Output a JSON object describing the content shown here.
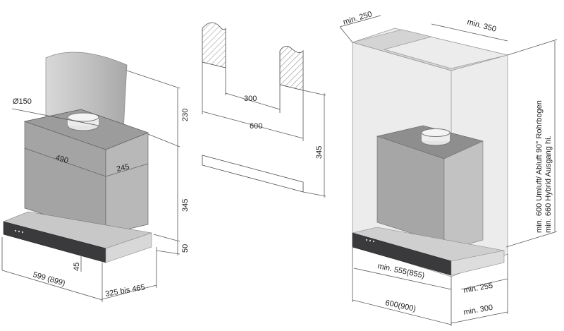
{
  "left_view": {
    "duct_diameter": "Ø150",
    "chimney_height": "230",
    "body_width": "490",
    "body_depth": "245",
    "body_height": "345",
    "panel_height": "50",
    "front_height": "45",
    "total_width": "599 (899)",
    "depth_range": "325 bis 465"
  },
  "middle_view": {
    "inner_width": "300",
    "outer_width": "600",
    "height": "345"
  },
  "right_view": {
    "top_min_depth": "min. 250",
    "top_min_width": "min. 350",
    "height_note_1": "min. 600 Umluft/ Abluft 90° Rohrbogen",
    "height_note_2": "min. 660 Hybrid Ausgang hi.",
    "inner_width": "min. 555(855)",
    "inner_depth": "min. 255",
    "cabinet_width": "600(900)",
    "cabinet_depth": "min. 300"
  },
  "colors": {
    "body": "#a9a9a9",
    "body_dark": "#8f8f8f",
    "panel": "#3a3a3c",
    "cabinet": "#e6e6e6"
  }
}
